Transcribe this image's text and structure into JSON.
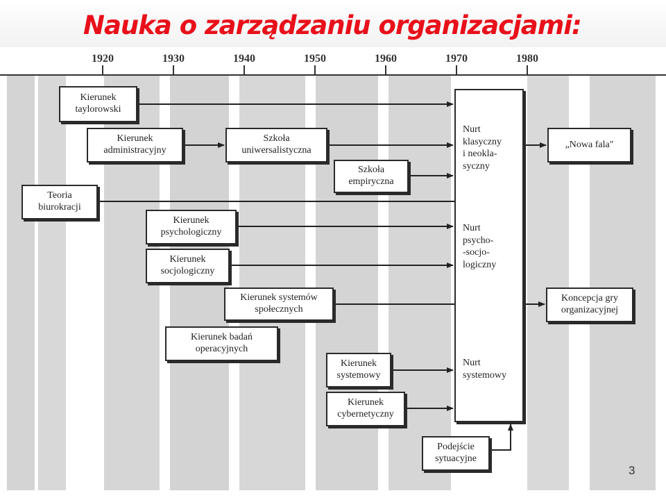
{
  "slide": {
    "title": "Nauka o zarządzaniu organizacjami:",
    "page_number": "3"
  },
  "timeline": {
    "years": [
      "1920",
      "1930",
      "1940",
      "1950",
      "1960",
      "1970",
      "1980"
    ]
  },
  "boxes": {
    "taylor": "Kierunek\ntaylorowski",
    "admin": "Kierunek\nadministracyjny",
    "uniwersal": "Szkoła\nuniwersalistyczna",
    "empiryczna": "Szkoła\nempiryczna",
    "biurokracja": "Teoria\nbiurokracji",
    "psycho": "Kierunek\npsychologiczny",
    "socjo": "Kierunek\nsocjologiczny",
    "systemy_spol": "Kierunek systemów\nspołecznych",
    "badania_op": "Kierunek badań\noperacyjnych",
    "systemowy": "Kierunek\nsystemowy",
    "cybernetyczny": "Kierunek\ncybernetyczny",
    "sytuacyjne": "Podejście\nsytuacyjne",
    "nowa_fala": "„Nowa fala\"",
    "koncepcja_gry": "Koncepcja gry\norganizacyjnej"
  },
  "nurty": {
    "klasyczny": "Nurt\nklasyczny\ni neokla-\nsyczny",
    "psycho_socjo": "Nurt\npsycho-\n-socjo-\nlogiczny",
    "systemowy": "Nurt\nsystemowy"
  }
}
